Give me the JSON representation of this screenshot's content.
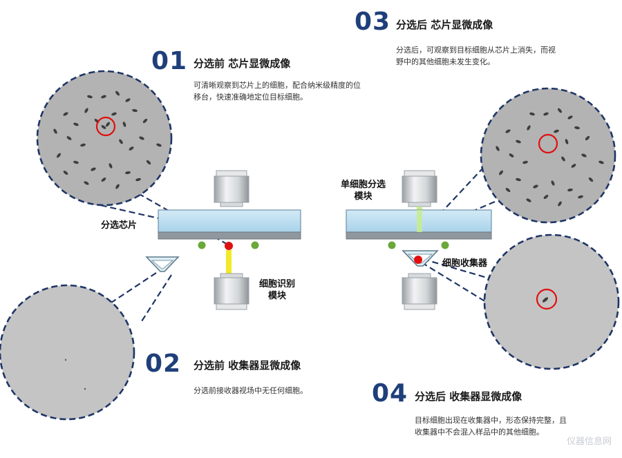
{
  "steps": [
    {
      "number": "01",
      "title": "分选前 芯片显微成像",
      "description": "可清晰观察到芯片上的细胞，配合纳米级精度的位移台，快速准确地定位目标细胞。"
    },
    {
      "number": "02",
      "title": "分选前 收集器显微成像",
      "description": "分选前接收器视场中无任何细胞。"
    },
    {
      "number": "03",
      "title": "分选后 芯片显微成像",
      "description": "分选后，可观察到目标细胞从芯片上消失，而视野中的其他细胞未发生变化。"
    },
    {
      "number": "04",
      "title": "分选后 收集器显微成像",
      "description": "目标细胞出现在收集器中，形态保持完整，且收集器中不会混入样品中的其他细胞。"
    }
  ],
  "labels": {
    "sorting_chip": "分选芯片",
    "cell_recognition_module_line1": "细胞识别",
    "cell_recognition_module_line2": "模块",
    "single_cell_sorting_module_line1": "单细胞分选",
    "single_cell_sorting_module_line2": "模块",
    "cell_collector": "细胞收集器"
  },
  "watermark": "仪器信息网",
  "colors": {
    "step_number": "#1f3f7a",
    "circle_border": "#1f3566",
    "chip_fill": "#bcdcef",
    "chip_base": "#8f989e",
    "target_marker": "#e01010",
    "green_cell": "#6aa83a",
    "beam_yellow": "#f2ea28",
    "beam_green": "#c6ec8e",
    "micro_bg_cells": "#b3b3b3",
    "micro_bg_empty": "#c4c4c4"
  }
}
